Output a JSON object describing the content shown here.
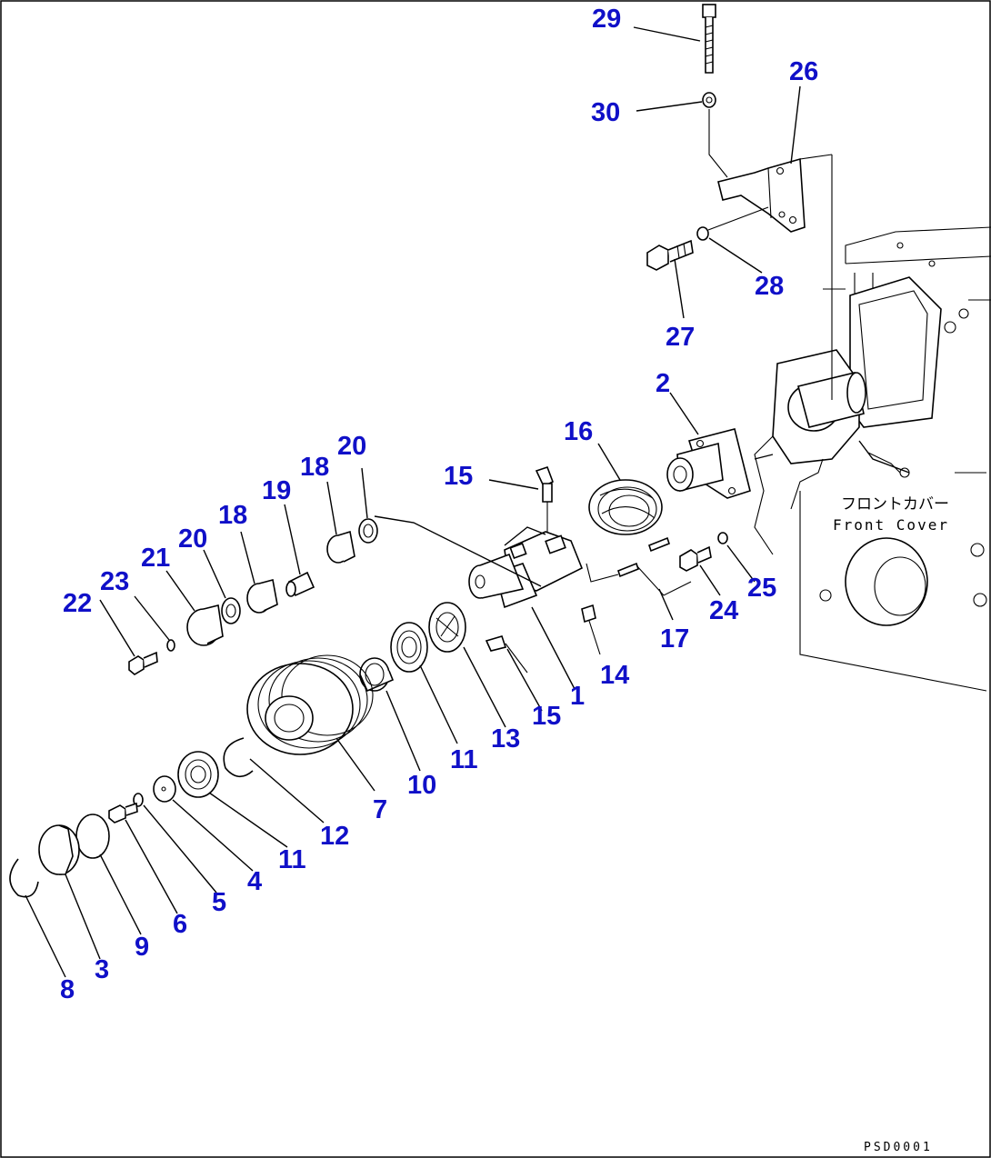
{
  "callouts": [
    {
      "id": "29",
      "label": "29"
    },
    {
      "id": "30",
      "label": "30"
    },
    {
      "id": "26",
      "label": "26"
    },
    {
      "id": "28",
      "label": "28"
    },
    {
      "id": "27",
      "label": "27"
    },
    {
      "id": "2",
      "label": "2"
    },
    {
      "id": "16",
      "label": "16"
    },
    {
      "id": "15a",
      "label": "15"
    },
    {
      "id": "20a",
      "label": "20"
    },
    {
      "id": "18a",
      "label": "18"
    },
    {
      "id": "19",
      "label": "19"
    },
    {
      "id": "18b",
      "label": "18"
    },
    {
      "id": "20b",
      "label": "20"
    },
    {
      "id": "21",
      "label": "21"
    },
    {
      "id": "23",
      "label": "23"
    },
    {
      "id": "22",
      "label": "22"
    },
    {
      "id": "25",
      "label": "25"
    },
    {
      "id": "24",
      "label": "24"
    },
    {
      "id": "17",
      "label": "17"
    },
    {
      "id": "14",
      "label": "14"
    },
    {
      "id": "1",
      "label": "1"
    },
    {
      "id": "15b",
      "label": "15"
    },
    {
      "id": "13",
      "label": "13"
    },
    {
      "id": "11a",
      "label": "11"
    },
    {
      "id": "10",
      "label": "10"
    },
    {
      "id": "7",
      "label": "7"
    },
    {
      "id": "12",
      "label": "12"
    },
    {
      "id": "11b",
      "label": "11"
    },
    {
      "id": "4",
      "label": "4"
    },
    {
      "id": "5",
      "label": "5"
    },
    {
      "id": "6",
      "label": "6"
    },
    {
      "id": "9",
      "label": "9"
    },
    {
      "id": "3",
      "label": "3"
    },
    {
      "id": "8",
      "label": "8"
    }
  ],
  "front_cover": {
    "jp": "フロントカバー",
    "en": "Front Cover"
  },
  "drawing_code": "PSD0001"
}
